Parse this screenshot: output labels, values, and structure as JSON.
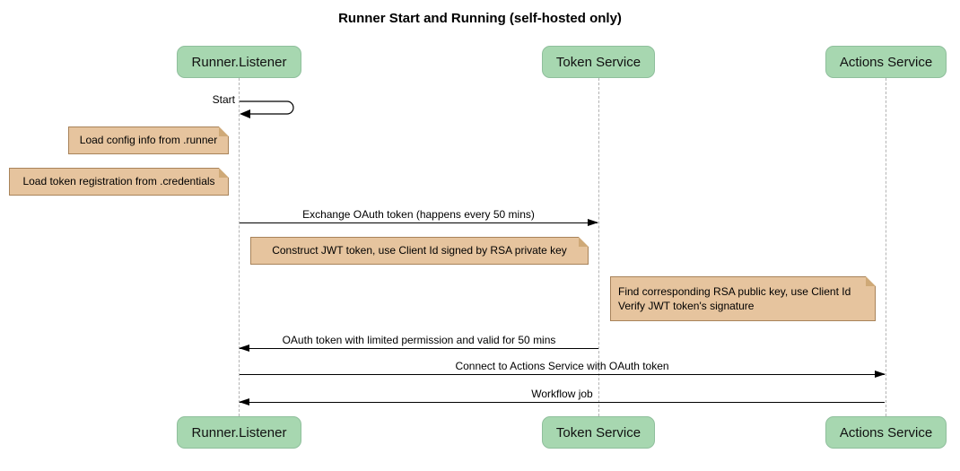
{
  "title": "Runner Start and Running (self-hosted only)",
  "actors": [
    {
      "id": "runner-listener",
      "label": "Runner.Listener"
    },
    {
      "id": "token-service",
      "label": "Token Service"
    },
    {
      "id": "actions-service",
      "label": "Actions Service"
    }
  ],
  "messages": [
    {
      "label": "Start",
      "from": "Runner.Listener",
      "to": "Runner.Listener",
      "kind": "self"
    },
    {
      "label": "Exchange OAuth token (happens every 50 mins)",
      "from": "Runner.Listener",
      "to": "Token Service",
      "kind": "solid"
    },
    {
      "label": "OAuth token with limited permission and valid for 50 mins",
      "from": "Token Service",
      "to": "Runner.Listener",
      "kind": "solid"
    },
    {
      "label": "Connect to Actions Service with OAuth token",
      "from": "Runner.Listener",
      "to": "Actions Service",
      "kind": "solid"
    },
    {
      "label": "Workflow job",
      "from": "Actions Service",
      "to": "Runner.Listener",
      "kind": "solid"
    }
  ],
  "notes": [
    {
      "label": "Load config info from .runner",
      "position": "left of Runner.Listener"
    },
    {
      "label": "Load token registration from .credentials",
      "position": "left of Runner.Listener"
    },
    {
      "label": "Construct JWT token, use Client Id signed by RSA private key",
      "position": "between Runner.Listener and Token Service"
    },
    {
      "lines": [
        "Find corresponding RSA public key, use Client Id",
        "Verify JWT token's signature"
      ],
      "position": "left of Actions Service"
    }
  ],
  "colors": {
    "actor_fill": "#a7d7b0",
    "actor_border": "#8fbf9c",
    "note_fill": "#e6c49e",
    "note_border": "#a8835a",
    "note_fold": "#cfa977",
    "lifeline": "#b3b3b3",
    "message": "#000000"
  }
}
